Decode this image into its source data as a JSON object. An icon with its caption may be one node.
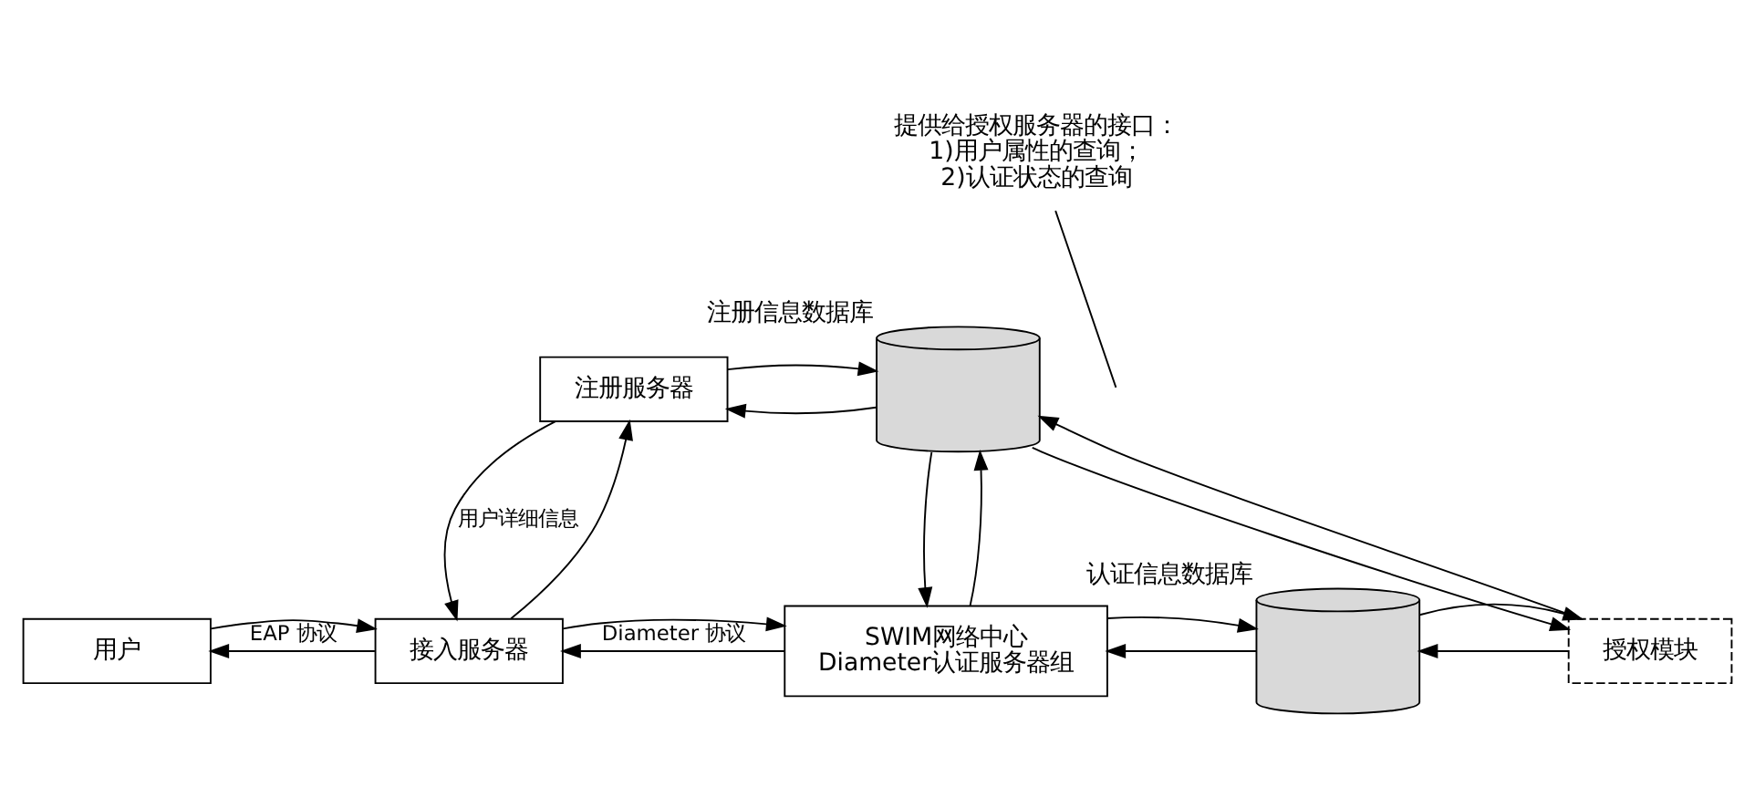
{
  "diagram": {
    "nodes": [
      {
        "text": [
          "注册服务器"
        ]
      },
      {
        "text": [],
        "shape": "cylinder",
        "beside": [
          "注册信息数据库"
        ]
      },
      {
        "text": [
          "提供给授权服务器的接口：",
          "1)用户属性的查询；",
          "2)认证状态的查询"
        ]
      },
      {
        "text": [
          "授权模块"
        ]
      },
      {
        "text": [
          "用户"
        ]
      },
      {
        "text": [
          "接入服务器"
        ]
      },
      {
        "text": [
          "SWIM网络中心",
          "Diameter认证服务器组"
        ]
      },
      {
        "text": [],
        "shape": "cylinder",
        "beside": [
          "认证信息数据库"
        ]
      }
    ],
    "edges": [
      {
        "from": 1,
        "to": 0,
        "arrow": "to"
      },
      {
        "from": 0,
        "to": 1,
        "arrow": "to"
      },
      {
        "from": 3,
        "to": 1,
        "arrow": "to"
      },
      {
        "from": 1,
        "to": 3,
        "arrow": "to"
      },
      {
        "from": 0,
        "to": 5,
        "arrow": "to",
        "label": "用户详细信息"
      },
      {
        "from": 5,
        "to": 0,
        "arrow": "to"
      },
      {
        "from": 1,
        "to": 6,
        "arrow": "to"
      },
      {
        "from": 6,
        "to": 1,
        "arrow": "to"
      },
      {
        "from": 5,
        "to": 4,
        "arrow": "to",
        "label": "EAP 协议"
      },
      {
        "from": 4,
        "to": 5,
        "arrow": "to"
      },
      {
        "from": 6,
        "to": 5,
        "arrow": "to",
        "label": "Diameter 协议"
      },
      {
        "from": 5,
        "to": 6,
        "arrow": "to"
      },
      {
        "from": 7,
        "to": 6,
        "arrow": "to"
      },
      {
        "from": 6,
        "to": 7,
        "arrow": "to"
      },
      {
        "from": 3,
        "to": 7,
        "arrow": "to"
      },
      {
        "from": 7,
        "to": 3,
        "arrow": "to"
      },
      {
        "from": 2,
        "to": null,
        "arrow": "none"
      }
    ]
  }
}
